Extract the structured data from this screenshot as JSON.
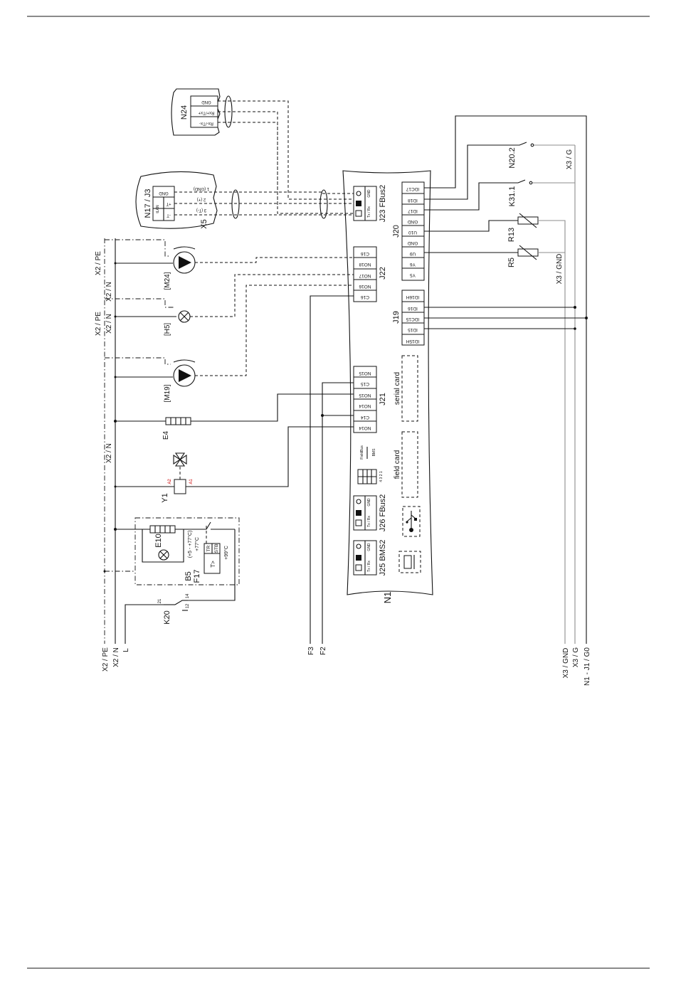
{
  "labels": {
    "n24": "N24",
    "n24_pins": [
      "GND",
      "Rx+/Tx+",
      "Rx-/Tx-"
    ],
    "n17": "N17 / J3",
    "n17_pins": [
      "GND",
      "+T",
      "-T"
    ],
    "n17_tlan": "tLAN",
    "x5": "X5",
    "x5_pins": [
      "1 (GND)",
      "2 (+)",
      "3 (T-)"
    ],
    "n1": "N1",
    "j23": "J23 FBus2",
    "j26": "J26 FBus2",
    "j25": "J25 BMS2",
    "txrx": "Tx / Rx",
    "gnd": "GND",
    "j20": "J20",
    "j20_pins": [
      "IDC17",
      "ID18",
      "ID17",
      "GND",
      "U10",
      "GND",
      "U9",
      "Y6",
      "Y5"
    ],
    "j22": "J22",
    "j22_pins": [
      "C16",
      "NO18",
      "NO17",
      "NO16",
      "C16"
    ],
    "j19": "J19",
    "j19_pins": [
      "ID16H",
      "ID16",
      "IDC15",
      "ID15",
      "ID15H"
    ],
    "j21": "J21",
    "j21_pins": [
      "NO15",
      "C15",
      "NO15",
      "NO14",
      "C14",
      "NO14"
    ],
    "serial_card": "serial card",
    "field_card": "field card",
    "fieldbus": "FieldBus",
    "bms": "BMS",
    "dip_nums": "4 3 2 1",
    "m24": "[M24]",
    "h5": "[H5]",
    "m19": "[M19]",
    "e4": "E4",
    "y1": "Y1",
    "a1": "A1",
    "a2": "A2",
    "e10": "E10",
    "b5": "B5",
    "f17": "F17",
    "b5_range": "(+5 - +77°C)",
    "b5_set": "+77°C",
    "tr": "TR",
    "stb": "STB",
    "t_sym": "T>",
    "f17_set": "+99°C",
    "k20": "K20",
    "k20_pins": [
      "21",
      "14",
      "12"
    ],
    "n20_2": "N20.2",
    "k31_1": "K31.1",
    "r13": "R13",
    "r5": "R5",
    "x3_g_top": "X3 / G",
    "x3_gnd_mid": "X3 / GND",
    "rail_labels": {
      "x2pe_a": "X2 / PE",
      "x2n_a": "X2 / N",
      "x2pe_b": "X2 / PE",
      "x2n_b": "X2 / N",
      "x2n_c": "X2 / N"
    },
    "bottom": [
      "X2 / PE",
      "X2 / N",
      "L",
      "F3",
      "F2",
      "X3 / GND",
      "X3 / G",
      "N1 - J1 / G0"
    ]
  }
}
